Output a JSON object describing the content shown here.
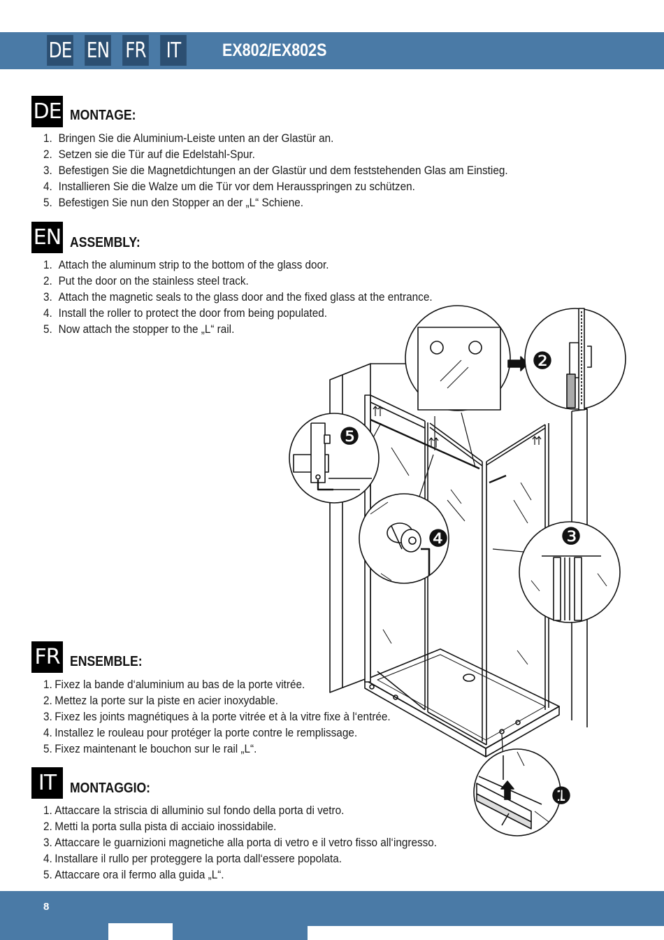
{
  "header": {
    "lang_tabs": [
      "DE",
      "EN",
      "FR",
      "IT"
    ],
    "model": "EX802/EX802S"
  },
  "sections": [
    {
      "code": "DE",
      "title": "MONTAGE:",
      "steps": [
        "Bringen Sie die Aluminium-Leiste unten an der Glastür an.",
        "Setzen sie die Tür auf die Edelstahl-Spur.",
        "Befestigen Sie die Magnetdichtungen an der Glastür und dem feststehenden Glas am Einstieg.",
        "Installieren Sie die Walze um die Tür vor dem Herausspringen zu schützen.",
        "Befestigen Sie nun den Stopper an der „L“ Schiene."
      ]
    },
    {
      "code": "EN",
      "title": "ASSEMBLY:",
      "steps": [
        "Attach the aluminum strip to the bottom of the glass door.",
        "Put the door on the stainless steel track.",
        "Attach the magnetic seals to the glass door and the fixed glass at the entrance.",
        "Install the roller to protect the door from being populated.",
        "Now attach the stopper to the „L“ rail."
      ]
    },
    {
      "code": "FR",
      "title": "ENSEMBLE:",
      "steps": [
        "Fixez la bande d‘aluminium au bas de la porte vitrée.",
        "Mettez la porte sur la piste en acier inoxydable.",
        "Fixez les joints magnétiques à la porte vitrée et à la vitre fixe à l‘entrée.",
        "Installez le rouleau pour protéger la porte contre le remplissage.",
        "Fixez maintenant le bouchon sur le rail „L“."
      ]
    },
    {
      "code": "IT",
      "title": "MONTAGGIO:",
      "steps": [
        "Attaccare la striscia di alluminio sul fondo della porta di vetro.",
        "Metti la porta sulla pista di acciaio inossidabile.",
        "Attaccare le guarnizioni magnetiche alla porta di vetro e il vetro fisso all‘ingresso.",
        "Installare il rullo per proteggere la porta dall‘essere popolata.",
        "Attaccare ora il fermo alla guida „L“."
      ]
    }
  ],
  "step_numbers": [
    "1.",
    "2.",
    "3.",
    "4.",
    "5."
  ],
  "callouts": [
    "❶",
    "❷",
    "❸",
    "❹",
    "❺"
  ],
  "footer": {
    "page_number": "8"
  },
  "colors": {
    "header_blue": "#4a7aa6",
    "tab_dark": "#2c4f72",
    "badge": "#000000"
  }
}
